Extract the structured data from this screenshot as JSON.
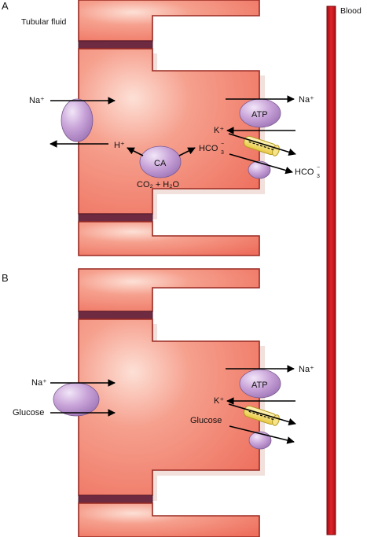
{
  "labels": {
    "tubular_fluid": "Tubular fluid",
    "blood": "Blood"
  },
  "panel_a": {
    "letter": "A",
    "na_plus_in": "Na⁺",
    "na_plus_out": "Na⁺",
    "atp": "ATP",
    "k_plus": "K⁺",
    "h_plus": "H⁺",
    "ca": "CA",
    "hco3": "HCO",
    "hco3_sub": "3",
    "hco3_sup": "−",
    "co2_h2o": "CO₂ + H₂O"
  },
  "panel_b": {
    "letter": "B",
    "na_plus_in": "Na⁺",
    "na_plus_out": "Na⁺",
    "glucose_in": "Glucose",
    "atp": "ATP",
    "k_plus": "K⁺",
    "glucose_out": "Glucose"
  },
  "colors": {
    "cell_fill": "#f0806e",
    "cell_highlight": "#fbd6cc",
    "cell_border": "#9a2a22",
    "junction": "#6e2a40",
    "blood_vessel": "#d81820",
    "carrier": "#b98ccc",
    "channel": "#f3e070"
  }
}
